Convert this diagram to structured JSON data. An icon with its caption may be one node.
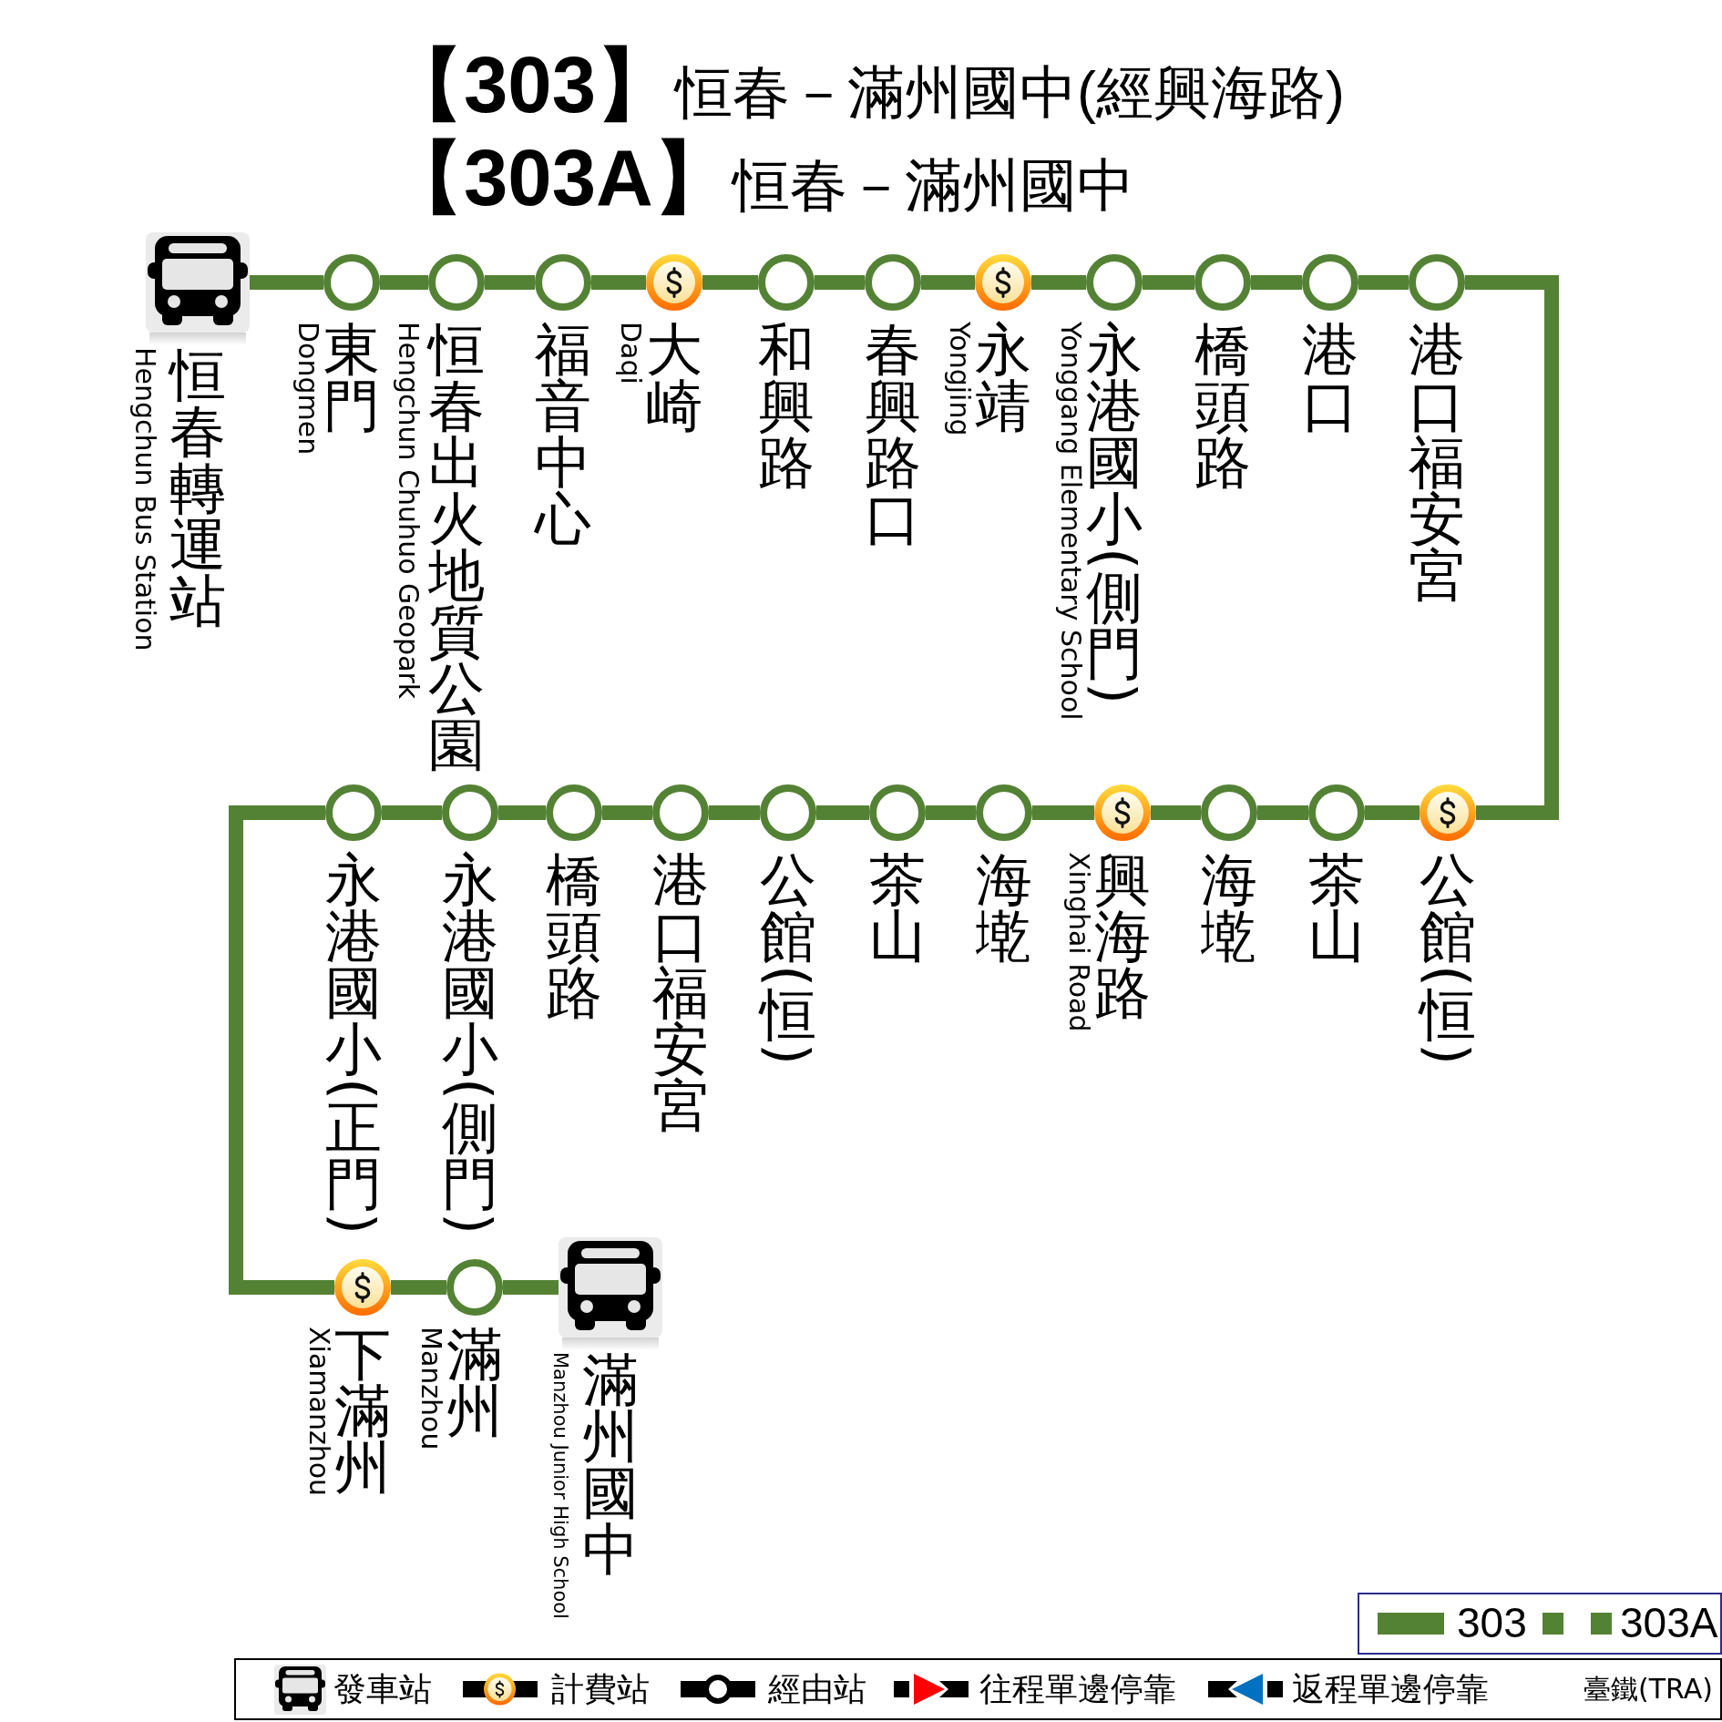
{
  "diagram": {
    "title": "**【303】**恒春－滿州國中(經興海路)",
    "nodes": [
      {
        "text": [
          "恒春轉運站"
        ],
        "beside": [
          "Hengchun Bus Station"
        ]
      },
      {
        "text": [
          "東門"
        ],
        "beside": [
          "Dongmen"
        ]
      },
      {
        "text": [
          "恒春出火地質公園"
        ],
        "beside": [
          "Hengchun Chuhuo Geopark"
        ]
      },
      {
        "text": [
          "福音中心"
        ]
      },
      {
        "text": [
          "大崎"
        ],
        "beside": [
          "Daqi"
        ]
      },
      {
        "text": [
          "和興路"
        ]
      },
      {
        "text": [
          "春興路口"
        ]
      },
      {
        "text": [
          "永靖"
        ],
        "beside": [
          "Yongjing"
        ]
      },
      {
        "text": [
          "永港國小(側門)"
        ],
        "beside": [
          "Yonggang Elementary School"
        ]
      },
      {
        "text": [
          "橋頭路"
        ]
      },
      {
        "text": [
          "港口"
        ]
      },
      {
        "text": [
          "港口福安宮"
        ]
      },
      {
        "text": [
          "公館(恒)"
        ]
      },
      {
        "text": [
          "茶山"
        ]
      },
      {
        "text": [
          "海墘"
        ]
      },
      {
        "text": [
          "興海路"
        ],
        "beside": [
          "Xinghai Road"
        ]
      },
      {
        "text": [
          "海墘"
        ]
      },
      {
        "text": [
          "茶山"
        ]
      },
      {
        "text": [
          "公館(恒)"
        ]
      },
      {
        "text": [
          "港口福安宮"
        ]
      },
      {
        "text": [
          "橋頭路"
        ]
      },
      {
        "text": [
          "永港國小(側門)"
        ]
      },
      {
        "text": [
          "永港國小(正門)"
        ]
      },
      {
        "text": [
          "下滿州"
        ],
        "beside": [
          "Xiamanzhou"
        ]
      },
      {
        "text": [
          "滿州"
        ],
        "beside": [
          "Manzhou"
        ]
      },
      {
        "text": [
          "滿州國中"
        ],
        "beside": [
          "Manzhou Junior High School"
        ]
      }
    ],
    "edges": [
      {
        "from": 0,
        "to": 1,
        "arrow": "none"
      },
      {
        "from": 1,
        "to": 2,
        "arrow": "none"
      },
      {
        "from": 2,
        "to": 3,
        "arrow": "none"
      },
      {
        "from": 3,
        "to": 4,
        "arrow": "none"
      },
      {
        "from": 4,
        "to": 5,
        "arrow": "none"
      },
      {
        "from": 5,
        "to": 6,
        "arrow": "none"
      },
      {
        "from": 6,
        "to": 7,
        "arrow": "none"
      },
      {
        "from": 7,
        "to": 8,
        "arrow": "none"
      },
      {
        "from": 8,
        "to": 9,
        "arrow": "none"
      },
      {
        "from": 9,
        "to": 10,
        "arrow": "none"
      },
      {
        "from": 10,
        "to": 11,
        "arrow": "none"
      },
      {
        "from": 11,
        "to": 12,
        "arrow": "none"
      },
      {
        "from": 12,
        "to": 13,
        "arrow": "none"
      },
      {
        "from": 13,
        "to": 14,
        "arrow": "none"
      },
      {
        "from": 14,
        "to": 15,
        "arrow": "none"
      },
      {
        "from": 15,
        "to": 16,
        "arrow": "none"
      },
      {
        "from": 16,
        "to": 17,
        "arrow": "none"
      },
      {
        "from": 17,
        "to": 18,
        "arrow": "none"
      },
      {
        "from": 18,
        "to": 19,
        "arrow": "none"
      },
      {
        "from": 19,
        "to": 20,
        "arrow": "none"
      },
      {
        "from": 20,
        "to": 21,
        "arrow": "none"
      },
      {
        "from": 21,
        "to": 22,
        "arrow": "none"
      },
      {
        "from": 22,
        "to": 23,
        "arrow": "none"
      },
      {
        "from": 23,
        "to": 24,
        "arrow": "none"
      },
      {
        "from": 24,
        "to": 25,
        "arrow": "none"
      }
    ],
    "labels": [
      "**【303A】**恒春－滿州國中"
    ],
    "legend": [
      {
        "text": "303",
        "color": "#548235"
      },
      {
        "text": "303A"
      },
      {
        "text": "發車站"
      },
      {
        "text": "計費站"
      },
      {
        "text": "經由站"
      },
      {
        "text": "往程單邊停靠"
      },
      {
        "text": "返程單邊停靠"
      },
      {
        "text": "臺鐵(TRA)"
      }
    ]
  }
}
